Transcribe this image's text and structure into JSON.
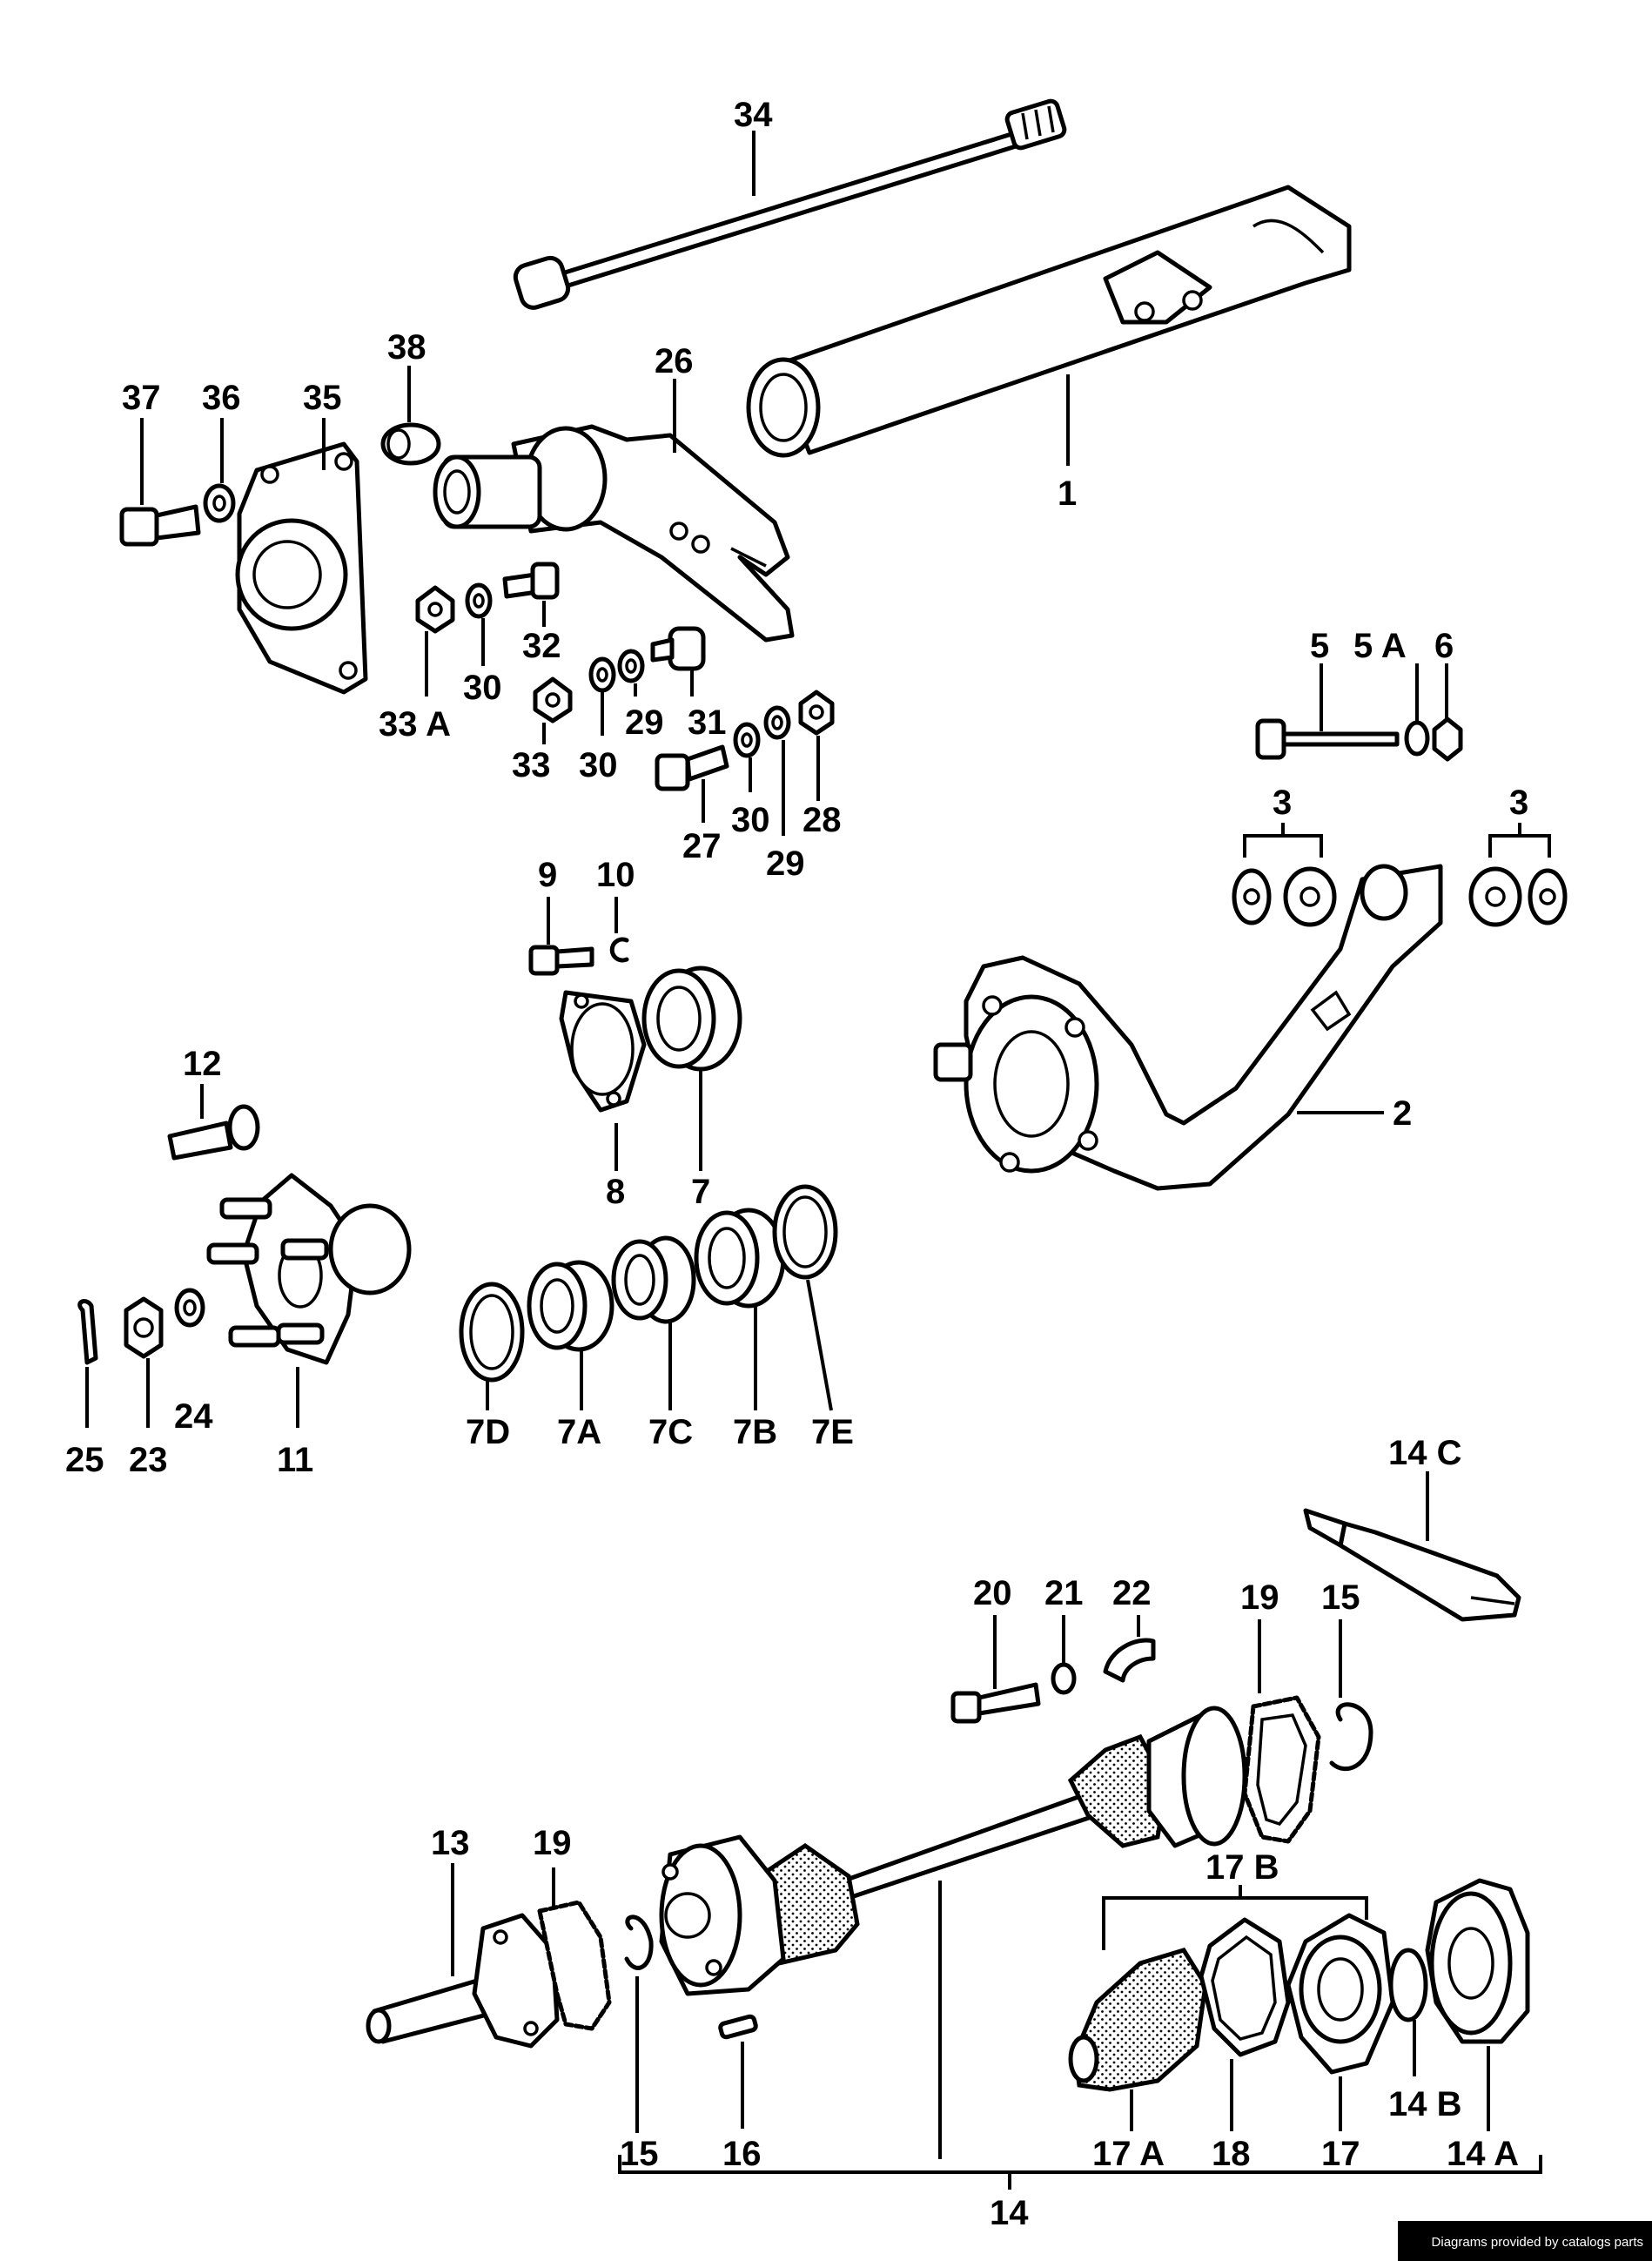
{
  "labels": {
    "l34": "34",
    "l1": "1",
    "l26": "26",
    "l38": "38",
    "l37": "37",
    "l36": "36",
    "l35": "35",
    "l32": "32",
    "l30a": "30",
    "l33a": "33 A",
    "l33": "33",
    "l30b": "30",
    "l29a": "29",
    "l31": "31",
    "l27": "27",
    "l30c": "30",
    "l29b": "29",
    "l28": "28",
    "l5": "5",
    "l5a": "5 A",
    "l6": "6",
    "l3a": "3",
    "l3b": "3",
    "l2": "2",
    "l9": "9",
    "l10": "10",
    "l8": "8",
    "l7": "7",
    "l12": "12",
    "l11": "11",
    "l25": "25",
    "l23": "23",
    "l24": "24",
    "l7d": "7D",
    "l7a": "7A",
    "l7c": "7C",
    "l7b": "7B",
    "l7e": "7E",
    "l14c": "14 C",
    "l20": "20",
    "l21": "21",
    "l22": "22",
    "l19a": "19",
    "l15a": "15",
    "l13": "13",
    "l19b": "19",
    "l17b": "17 B",
    "l15b": "15",
    "l16": "16",
    "l17a": "17 A",
    "l18": "18",
    "l17": "17",
    "l14b": "14 B",
    "l14a": "14 A",
    "l14": "14"
  },
  "credit": "Diagrams provided by catalogs parts"
}
